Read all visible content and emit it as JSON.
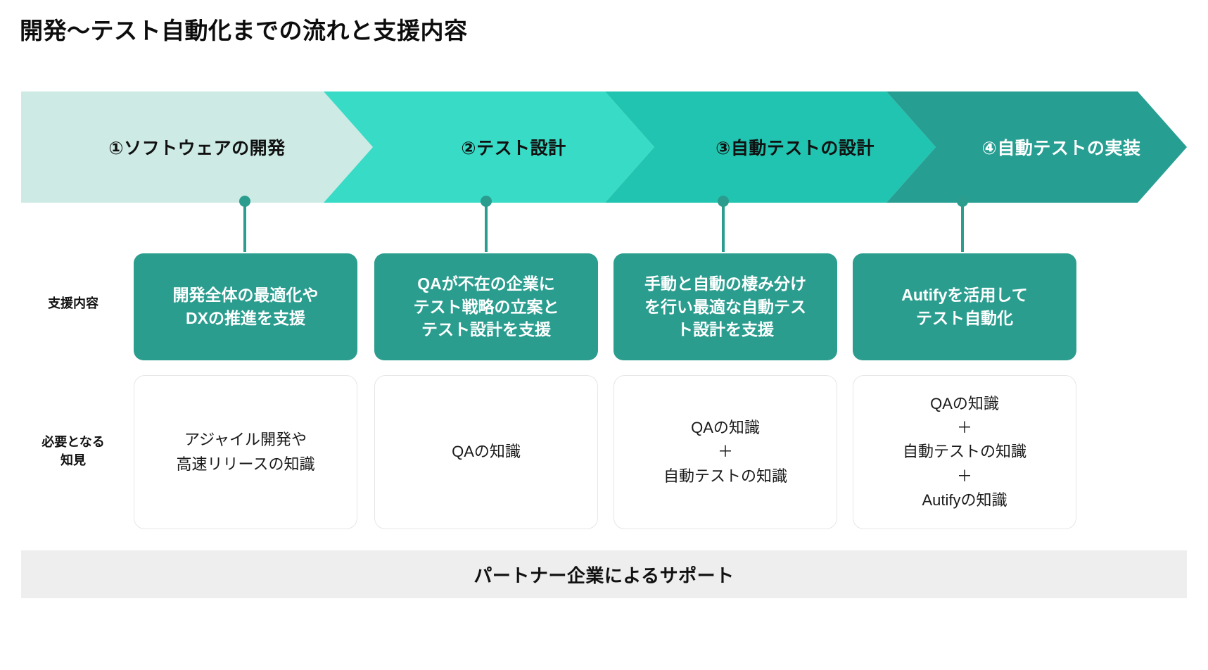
{
  "title": "開発〜テスト自動化までの流れと支援内容",
  "colors": {
    "stage_1": "#cdeae4",
    "stage_2": "#38dbc6",
    "stage_3": "#20c4b0",
    "stage_4": "#269e92",
    "support_card": "#2a9d8f",
    "connector": "#2a9d8f",
    "footer_bar": "#eeeeee",
    "knowledge_card_border": "#e6e6e6",
    "text_dark": "#111111",
    "text_light": "#ffffff"
  },
  "stages": [
    {
      "id": "stage-1",
      "label": "①ソフトウェアの開発",
      "fill": "#cdeae4",
      "text_color": "#111111"
    },
    {
      "id": "stage-2",
      "label": "②テスト設計",
      "fill": "#38dbc6",
      "text_color": "#111111"
    },
    {
      "id": "stage-3",
      "label": "③自動テストの設計",
      "fill": "#20c4b0",
      "text_color": "#111111"
    },
    {
      "id": "stage-4",
      "label": "④自動テストの実装",
      "fill": "#269e92",
      "text_color": "#ffffff"
    }
  ],
  "rows": {
    "support_label": "支援内容",
    "knowledge_label": "必要となる\n知見"
  },
  "support_cards": [
    {
      "id": "support-card-1",
      "text": "開発全体の最適化や\nDXの推進を支援"
    },
    {
      "id": "support-card-2",
      "text": "QAが不在の企業に\nテスト戦略の立案と\nテスト設計を支援"
    },
    {
      "id": "support-card-3",
      "text": "手動と自動の棲み分け\nを行い最適な自動テス\nト設計を支援"
    },
    {
      "id": "support-card-4",
      "text": "Autifyを活用して\nテスト自動化"
    }
  ],
  "knowledge_cards": [
    {
      "id": "knowledge-card-1",
      "text": "アジャイル開発や\n高速リリースの知識"
    },
    {
      "id": "knowledge-card-2",
      "text": "QAの知識"
    },
    {
      "id": "knowledge-card-3",
      "text": "QAの知識\n＋\n自動テストの知識"
    },
    {
      "id": "knowledge-card-4",
      "text": "QAの知識\n＋\n自動テストの知識\n＋\nAutifyの知識"
    }
  ],
  "footer": {
    "label": "パートナー企業によるサポート"
  }
}
